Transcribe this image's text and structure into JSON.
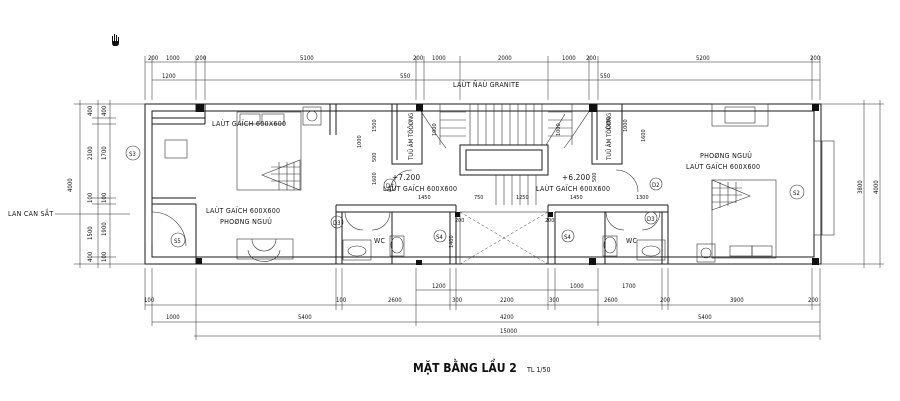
{
  "plan": {
    "title": "MẶT BẰNG LẦU 2",
    "scale": "TL 1/50",
    "rooms": {
      "bedroom_left_floor": "LAÙT GAÏCH 600X600",
      "bedroom_left_name": "PHOØNG NGUÛ",
      "bedroom_right_name": "PHOØNG NGUÛ",
      "bedroom_right_floor": "LAÙT GAÏCH 600X600",
      "stair_granite": "LAÙT ÑAÙ GRANITE",
      "hall_left_floor": "LAÙT GAÏCH 600X600",
      "hall_right_floor": "LAÙT GAÏCH 600X600",
      "wc_left": "WC",
      "wc_right": "WC",
      "wardrobe_left": "TUÛ ÂM TÖÔØNG",
      "wardrobe_right": "TUÛ ÂM TÖÔØNG",
      "railing": "LAN CAN SẮT"
    },
    "levels": {
      "left": "+7.200",
      "right": "+6.200"
    },
    "tags": [
      "S3",
      "S5",
      "D4",
      "D3",
      "S4",
      "S4",
      "D3",
      "D2",
      "S2"
    ],
    "top_dims": {
      "row1": [
        "200",
        "1000",
        "200",
        "5100",
        "200",
        "1000",
        "2000",
        "1000",
        "200",
        "5200",
        "200"
      ],
      "row2": [
        "1200",
        "550",
        "550"
      ]
    },
    "bottom_dims": {
      "row1": [
        "1200",
        "1000",
        "1700"
      ],
      "row2": [
        "100",
        "100",
        "2600",
        "300",
        "2200",
        "300",
        "2600",
        "200",
        "3900",
        "200"
      ],
      "row3": [
        "1000",
        "5400",
        "4200",
        "5400"
      ],
      "total": "15000"
    },
    "side_dims": {
      "left_outer": "4000",
      "left": [
        "400",
        "2100",
        "100",
        "1500",
        "400"
      ],
      "left_inner": [
        "400",
        "1700",
        "100",
        "1900",
        "100"
      ],
      "right": [
        "3800",
        "4000"
      ]
    },
    "inner_dims": [
      "1000",
      "1500",
      "500",
      "1200",
      "1000",
      "1600",
      "1450",
      "750",
      "1250",
      "1450",
      "1300",
      "1000",
      "1000",
      "200",
      "1400",
      "200",
      "1600",
      "500"
    ]
  }
}
